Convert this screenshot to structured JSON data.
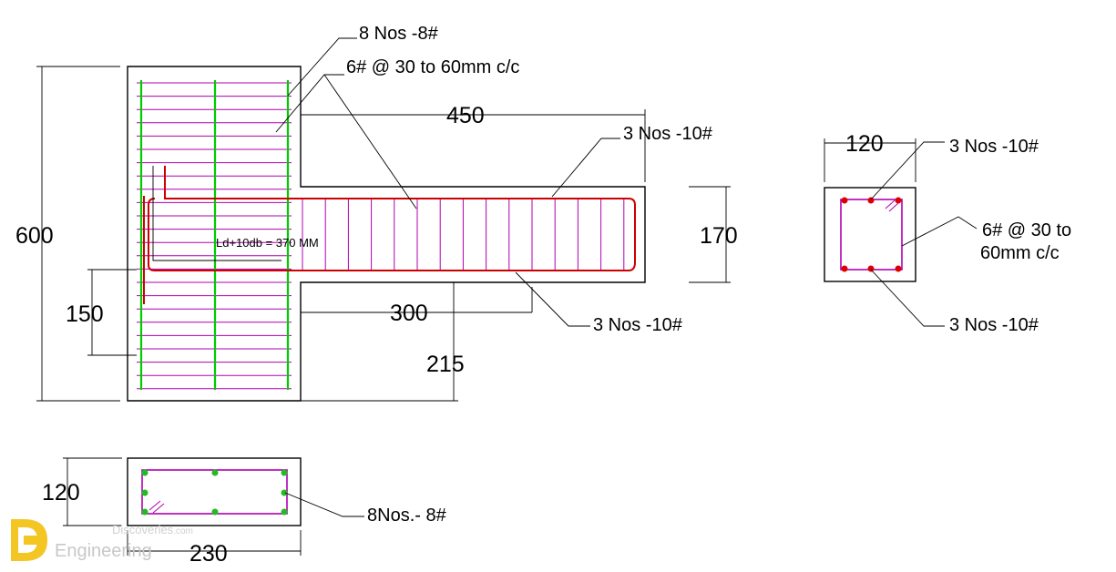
{
  "colors": {
    "concrete_outline": "#000000",
    "stirrup": "#b000b0",
    "main_bar_green": "#00cc00",
    "main_bar_red": "#cc0000",
    "bar_dot_red": "#dd0000",
    "bar_dot_green": "#22bb22",
    "dimension_line": "#000000",
    "watermark_yellow": "#f3c623",
    "watermark_gray": "#c8c8c8"
  },
  "column_elevation": {
    "height_dim": "600",
    "main_bars_note": "8 Nos -8#",
    "stirrup_note": "6# @ 30 to 60mm c/c",
    "bottom_offset_dim": "150"
  },
  "beam_elevation": {
    "overall_length_dim": "450",
    "top_bars_note": "3 Nos -10#",
    "depth_dim": "170",
    "bottom_bars_note": "3 Nos -10#",
    "anchorage_note": "Ld+10db = 370 MM",
    "bottom_length_dim": "300",
    "below_beam_dim": "215"
  },
  "beam_section": {
    "width_dim": "120",
    "top_bars_note": "3 Nos -10#",
    "stirrup_note_line1": "6# @ 30 to",
    "stirrup_note_line2": "60mm c/c",
    "bottom_bars_note": "3 Nos -10#"
  },
  "column_section": {
    "width_dim": "230",
    "depth_dim": "120",
    "bars_note": "8Nos.- 8#"
  },
  "watermark": {
    "line1": "Discoveries",
    "line1_suffix": ".com",
    "line2": "Engineering",
    "logo_icon": "de-logo-icon"
  }
}
